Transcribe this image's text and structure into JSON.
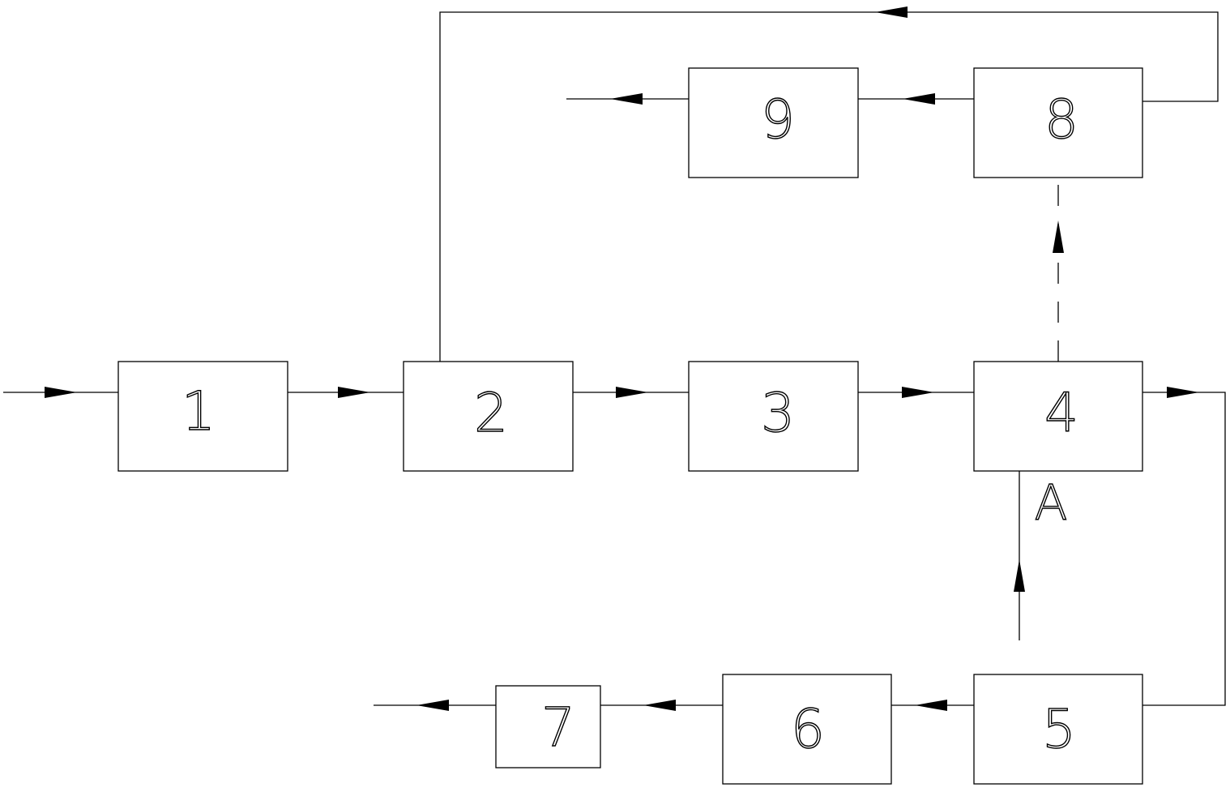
{
  "blocks": [
    {
      "id": "1",
      "label": "1"
    },
    {
      "id": "2",
      "label": "2"
    },
    {
      "id": "3",
      "label": "3"
    },
    {
      "id": "4",
      "label": "4"
    },
    {
      "id": "5",
      "label": "5"
    },
    {
      "id": "6",
      "label": "6"
    },
    {
      "id": "7",
      "label": "7"
    },
    {
      "id": "8",
      "label": "8"
    },
    {
      "id": "9",
      "label": "9"
    }
  ],
  "annotations": {
    "point_a": "A"
  },
  "connections": [
    {
      "from": "input",
      "to": "1",
      "style": "solid"
    },
    {
      "from": "1",
      "to": "2",
      "style": "solid"
    },
    {
      "from": "2",
      "to": "3",
      "style": "solid"
    },
    {
      "from": "3",
      "to": "4",
      "style": "solid"
    },
    {
      "from": "4",
      "to": "5",
      "style": "solid"
    },
    {
      "from": "5",
      "to": "6",
      "style": "solid"
    },
    {
      "from": "6",
      "to": "7",
      "style": "solid"
    },
    {
      "from": "7",
      "to": "output",
      "style": "solid"
    },
    {
      "from": "5",
      "to": "4",
      "style": "solid"
    },
    {
      "from": "4",
      "to": "8",
      "style": "dashed"
    },
    {
      "from": "8",
      "to": "9",
      "style": "solid"
    },
    {
      "from": "9",
      "to": "output",
      "style": "solid"
    },
    {
      "from": "8",
      "to": "2",
      "style": "solid"
    }
  ]
}
